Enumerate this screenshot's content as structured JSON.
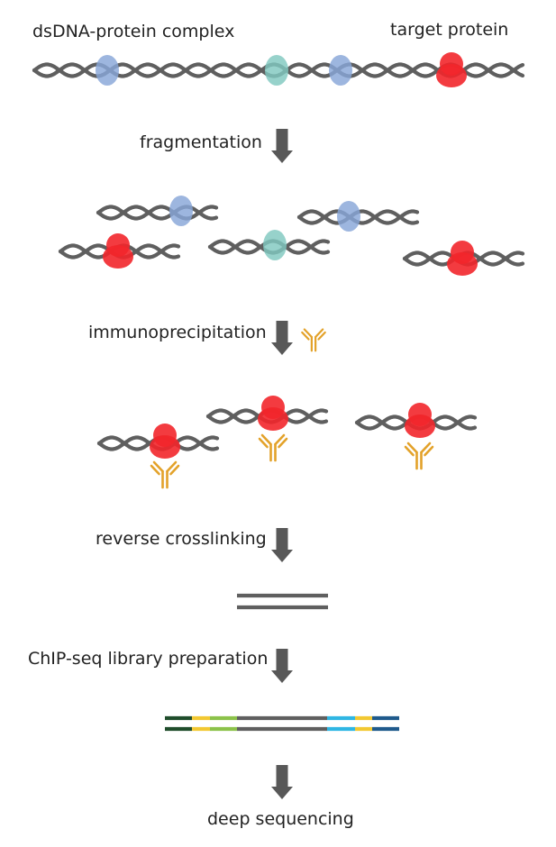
{
  "labels": {
    "complex": "dsDNA-protein complex",
    "target": "target protein",
    "fragmentation": "fragmentation",
    "immunoprecipitation": "immunoprecipitation",
    "reverse": "reverse crosslinking",
    "library": "ChIP-seq library preparation",
    "deep": "deep sequencing"
  },
  "colors": {
    "dna": "#5f5f5f",
    "arrow": "#585858",
    "target_protein": "#f2262b",
    "blue_protein": "#88a6d8",
    "teal_protein": "#80c8bf",
    "antibody": "#e3a22a",
    "adapter_dark_green": "#1f4d2b",
    "adapter_yellow": "#f2c832",
    "adapter_light_green": "#8cc24a",
    "adapter_cyan": "#2fb6e3",
    "adapter_dark_blue": "#1f5a8c"
  },
  "icons": {
    "step_arrow": "down-arrow-icon",
    "antibody": "antibody-icon"
  }
}
